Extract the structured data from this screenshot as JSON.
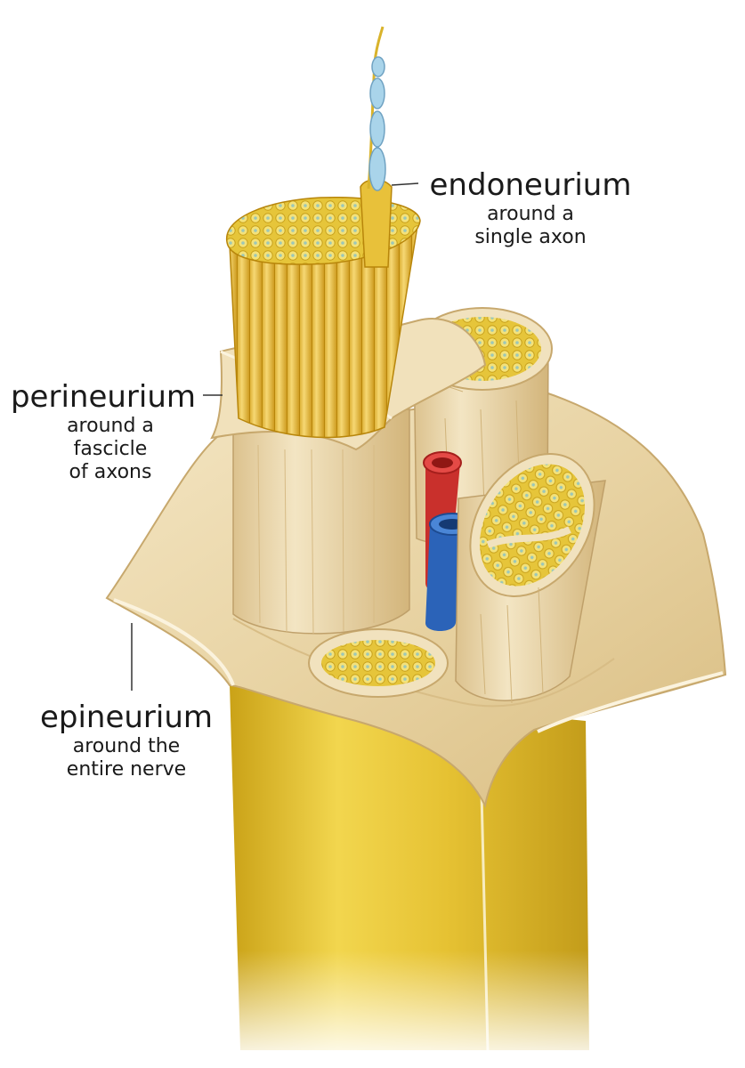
{
  "labels": [
    {
      "id": "endo",
      "term": "endoneurium",
      "desc": [
        "around a",
        "single axon"
      ]
    },
    {
      "id": "peri",
      "term": "perineurium",
      "desc": [
        "around a",
        "fascicle",
        "of axons"
      ]
    },
    {
      "id": "epi",
      "term": "epineurium",
      "desc": [
        "around the",
        "entire nerve"
      ]
    }
  ],
  "colors": {
    "nerve_yellow": "#e9c93a",
    "sheath_beige": "#ecd9ad",
    "axon_tip_blue": "#a9d4ea",
    "artery_red": "#d73b3b",
    "vein_blue": "#2e6fc4"
  }
}
